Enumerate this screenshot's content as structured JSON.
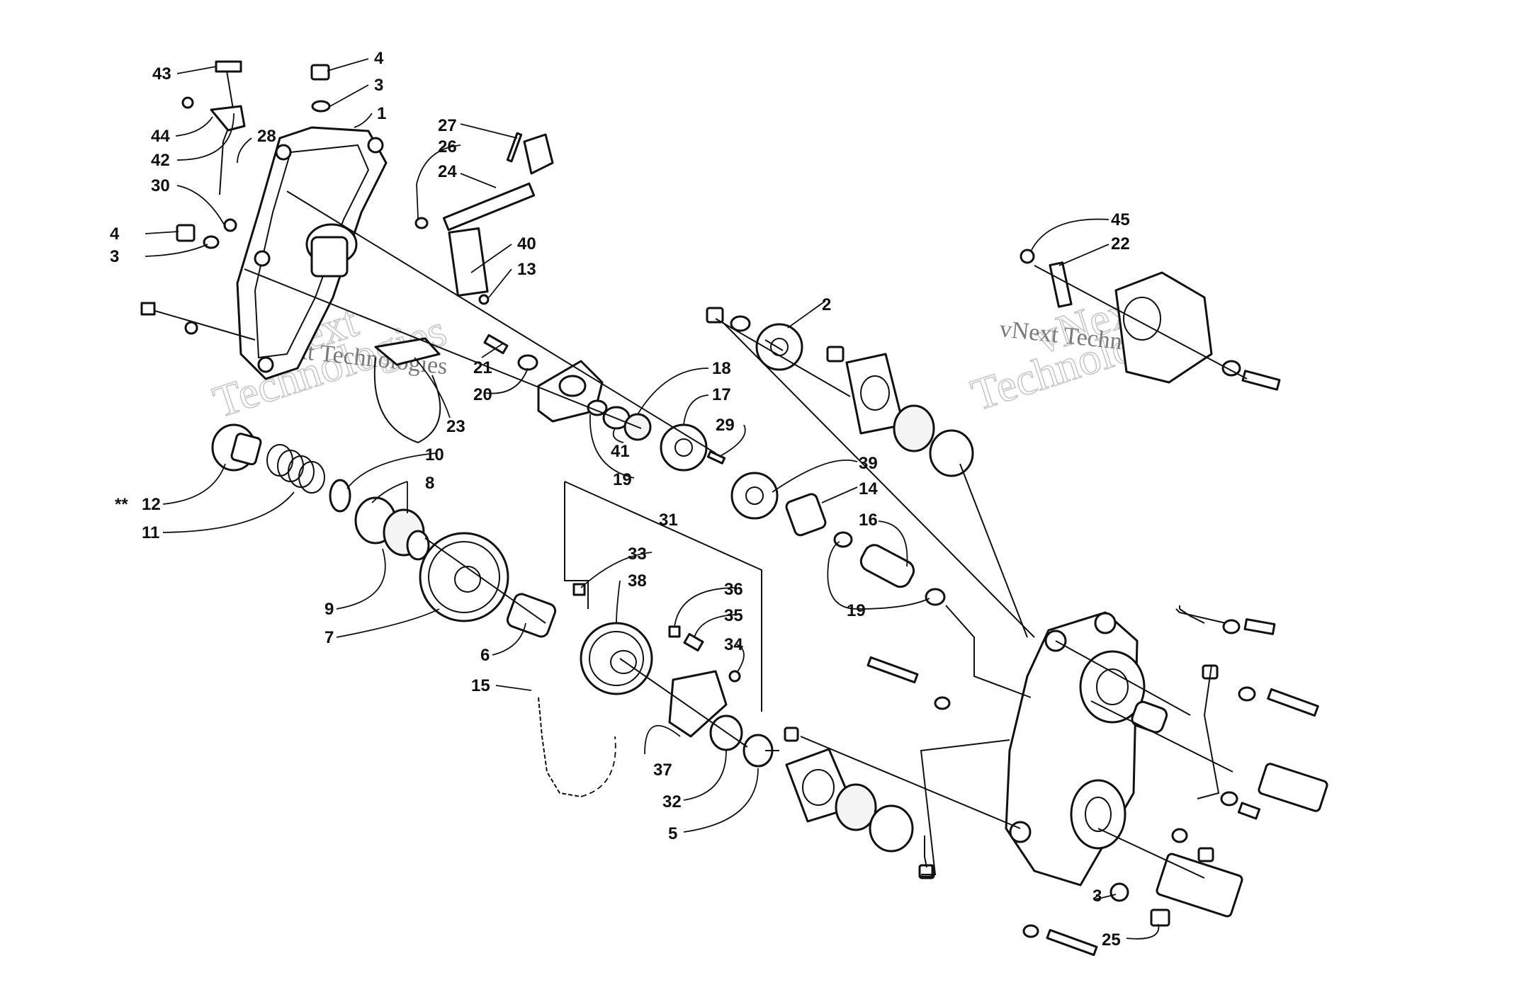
{
  "diagram": {
    "watermark": {
      "text_1": "vNext",
      "text_2": "Technologies",
      "text_full": "vNext Technologies"
    },
    "callouts": {
      "p43": "43",
      "p44": "44",
      "p42": "42",
      "p28": "28",
      "p30": "30",
      "p4a": "4",
      "p3a": "3",
      "p1": "1",
      "p4b": "4",
      "p3b": "3",
      "p27": "27",
      "p26": "26",
      "p24": "24",
      "p40": "40",
      "p13": "13",
      "p21": "21",
      "p20": "20",
      "p23": "23",
      "p2": "2",
      "p18": "18",
      "p17": "17",
      "p29": "29",
      "p41": "41",
      "p19a": "19",
      "p39": "39",
      "p14": "14",
      "p16": "16",
      "p19b": "19",
      "p45": "45",
      "p22": "22",
      "p12": "12",
      "p12_prefix": "**",
      "p11": "11",
      "p10": "10",
      "p8": "8",
      "p9": "9",
      "p7": "7",
      "p6": "6",
      "p31": "31",
      "p33": "33",
      "p38": "38",
      "p36": "36",
      "p35": "35",
      "p34": "34",
      "p15": "15",
      "p37": "37",
      "p32": "32",
      "p5": "5",
      "p3c": "3",
      "p25": "25"
    }
  }
}
